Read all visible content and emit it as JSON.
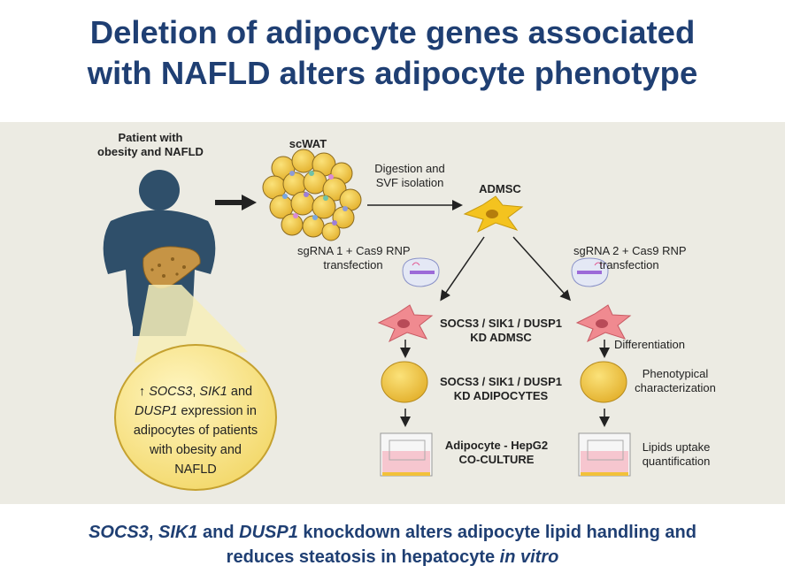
{
  "title": {
    "line1": "Deletion of  adipocyte genes associated",
    "line2": "with NAFLD alters adipocyte phenotype"
  },
  "labels": {
    "patient_line1": "Patient with",
    "patient_line2": "obesity and NAFLD",
    "scwat": "scWAT",
    "digestion_line1": "Digestion and",
    "digestion_line2": "SVF isolation",
    "admsc": "ADMSC",
    "sgrna1_line1": "sgRNA 1 + Cas9 RNP",
    "sgrna1_line2": "transfection",
    "sgrna2_line1": "sgRNA 2 + Cas9 RNP",
    "sgrna2_line2": "transfection",
    "kd_admsc_line1": "SOCS3 / SIK1 / DUSP1",
    "kd_admsc_line2": "KD ADMSC",
    "differentiation": "Differentiation",
    "kd_adipocytes_line1": "SOCS3 / SIK1 / DUSP1",
    "kd_adipocytes_line2": "KD ADIPOCYTES",
    "phenotypical_line1": "Phenotypical",
    "phenotypical_line2": "characterization",
    "coculture_line1": "Adipocyte - HepG2",
    "coculture_line2": "CO-CULTURE",
    "lipids_line1": "Lipids uptake",
    "lipids_line2": "quantification"
  },
  "bubble": {
    "arrow": "↑",
    "gene1": "SOCS3",
    "sep1": ",",
    "gene2": "SIK1",
    "and": " and",
    "gene3": "DUSP1",
    "rest1": " expression in",
    "rest2": "adipocytes of patients",
    "rest3": "with obesity and",
    "rest4": "NAFLD"
  },
  "footer": {
    "g1": "SOCS3",
    "c1": ", ",
    "g2": "SIK1",
    "c2": " and ",
    "g3": "DUSP1",
    "c3": " knockdown alters adipocyte lipid handling and",
    "line2a": "reduces steatosis in hepatocyte ",
    "line2b": "in vitro"
  },
  "colors": {
    "title": "#1f3f73",
    "panel": "#ecebe3",
    "silhouette": "#2f4f6a",
    "liver": "#c69445",
    "adipocyte": "#f0c84a",
    "admsc": "#f4c31f",
    "kd_cell": "#f08a90"
  }
}
